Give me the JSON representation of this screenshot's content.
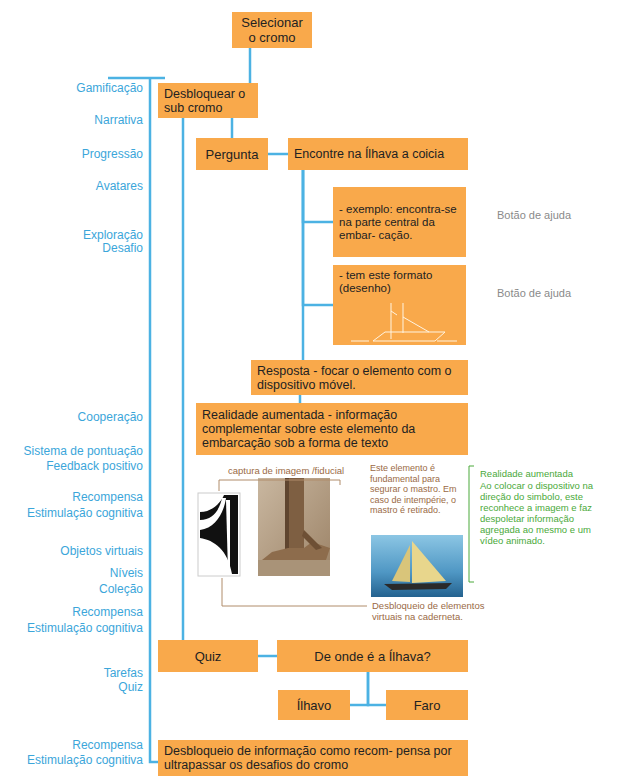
{
  "diagram": {
    "nodes": [
      {
        "text": [
          "Selecionar o cromo"
        ]
      },
      {
        "text": [
          "Desbloquear o sub cromo"
        ]
      },
      {
        "text": [
          "Pergunta"
        ]
      },
      {
        "text": [
          "Encontre na Ílhava a coicia"
        ]
      },
      {
        "text": [
          "- exemplo: encontra-se na parte central da embar- cação."
        ]
      },
      {
        "text": [
          "- tem este formato (desenho)"
        ]
      },
      {
        "text": [
          "Resposta - focar o elemento com o dispositivo móvel."
        ]
      },
      {
        "text": [
          "Realidade aumentada - informação complementar sobre este elemento da embarcação sob a forma de texto"
        ]
      },
      {
        "text": [
          "Quiz"
        ]
      },
      {
        "text": [
          "De onde é a Ílhava?"
        ]
      },
      {
        "text": [
          "Ílhavo"
        ]
      },
      {
        "text": [
          "Faro"
        ]
      },
      {
        "text": [
          "Desbloqueio de informação como recom- pensa por ultrapassar os desafios do cromo"
        ]
      }
    ],
    "edges": [
      {
        "from": 0,
        "to": 1,
        "arrow": "none"
      },
      {
        "from": 1,
        "to": 2,
        "arrow": "none"
      },
      {
        "from": 2,
        "to": 3,
        "arrow": "none"
      },
      {
        "from": 3,
        "to": 4,
        "arrow": "none"
      },
      {
        "from": 3,
        "to": 5,
        "arrow": "none"
      },
      {
        "from": 3,
        "to": 6,
        "arrow": "none"
      },
      {
        "from": 6,
        "to": 7,
        "arrow": "none"
      },
      {
        "from": 1,
        "to": 8,
        "arrow": "none"
      },
      {
        "from": 8,
        "to": 9,
        "arrow": "none"
      },
      {
        "from": 9,
        "to": 10,
        "arrow": "none"
      },
      {
        "from": 9,
        "to": 11,
        "arrow": "none"
      }
    ],
    "labels": [
      "Gamificação",
      "Narrativa",
      "Progressão",
      "Avatares",
      "Exploração",
      "Desafio",
      "Botão de ajuda",
      "Botão de ajuda",
      "Cooperação",
      "Sistema de pontuação",
      "Feedback positivo",
      "Recompensa",
      "Estimulação cognitiva",
      "captura de imagem /fiducial",
      "Este elemento é fundamental para segurar o mastro. Em caso de intempérie, o mastro é retirado.",
      "Realidade aumentada",
      "Ao colocar o dispositivo na direção do simbolo, este reconhece a imagem e faz despoletar informação agregada ao mesmo e um vídeo animado.",
      "Objetos virtuais",
      "Níveis",
      "Coleção",
      "Desbloqueio de elementos virtuais na caderneta.",
      "Recompensa",
      "Estimulação cognitiva",
      "Tarefas",
      "Quiz",
      "Recompensa",
      "Estimulação cognitiva"
    ]
  }
}
